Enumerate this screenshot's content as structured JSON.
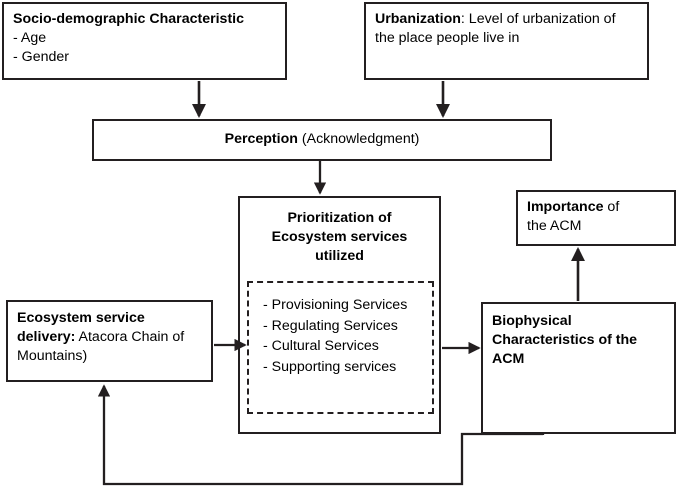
{
  "diagram": {
    "type": "flowchart",
    "title": "Conceptual framework linking socio-demographics, urbanization, perception and ecosystem services",
    "colors": {
      "stroke": "#231f20",
      "background": "#ffffff",
      "text": "#000000"
    },
    "nodes": [
      {
        "id": "socio-demographic",
        "bold_label": "Socio-demographic Characteristic",
        "items": [
          "- Age",
          "- Gender"
        ]
      },
      {
        "id": "urbanization",
        "bold_label": "Urbanization",
        "rest": ": Level of urbanization of the place people live in"
      },
      {
        "id": "perception",
        "bold_label": "Perception",
        "rest": " (Acknowledgment)"
      },
      {
        "id": "prioritization",
        "heading_lines": [
          "Prioritization of",
          "Ecosystem services",
          "utilized"
        ],
        "services": [
          "- Provisioning Services",
          "- Regulating Services",
          "- Cultural Services",
          "- Supporting services"
        ]
      },
      {
        "id": "importance",
        "bold_label": "Importance",
        "rest": " of",
        "line2": "the ACM"
      },
      {
        "id": "ecosystem-service-delivery",
        "bold_label": "Ecosystem service delivery:",
        "rest": " Atacora Chain of Mountains)"
      },
      {
        "id": "biophysical",
        "bold_label": "Biophysical Characteristics of the ACM"
      }
    ],
    "edges": [
      {
        "id": "socio-to-perception",
        "from": "socio-demographic",
        "to": "perception",
        "style": "solid-arrow"
      },
      {
        "id": "urbanization-to-perception",
        "from": "urbanization",
        "to": "perception",
        "style": "solid-arrow"
      },
      {
        "id": "perception-to-prioritization",
        "from": "perception",
        "to": "prioritization",
        "style": "solid-arrow"
      },
      {
        "id": "delivery-to-prioritization",
        "from": "ecosystem-service-delivery",
        "to": "prioritization",
        "style": "solid-arrow"
      },
      {
        "id": "prioritization-to-biophysical",
        "from": "prioritization",
        "to": "biophysical",
        "style": "solid-arrow"
      },
      {
        "id": "biophysical-to-importance",
        "from": "biophysical",
        "to": "importance",
        "style": "solid-arrow"
      },
      {
        "id": "biophysical-feedback-to-delivery",
        "from": "biophysical",
        "to": "ecosystem-service-delivery",
        "style": "solid-arrow-elbow"
      }
    ]
  }
}
